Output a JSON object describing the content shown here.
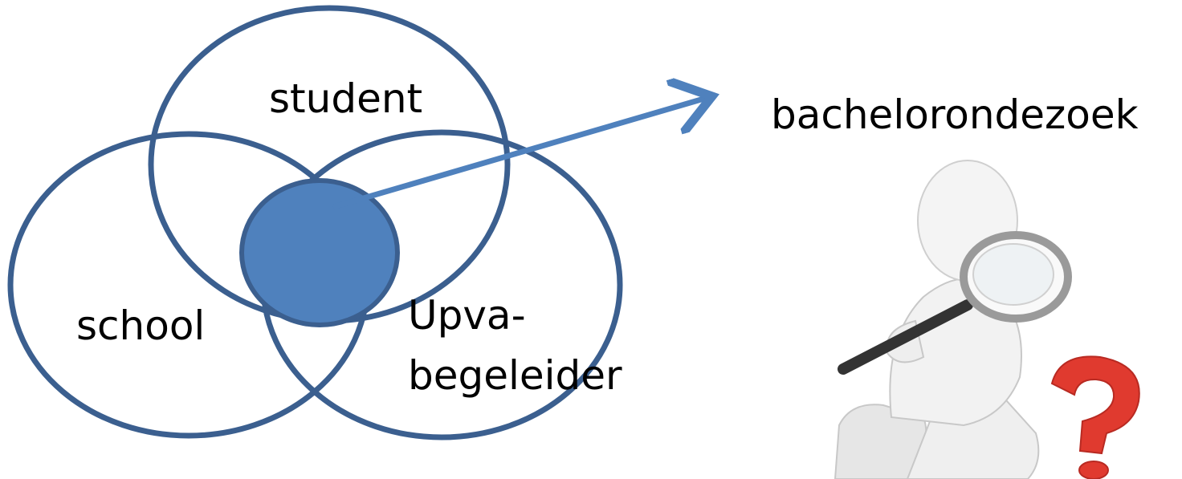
{
  "colors": {
    "circle_stroke": "#3b5f8f",
    "center_fill": "#4f81bd",
    "arrow": "#4f81bd",
    "text": "#000000"
  },
  "labels": {
    "student": "student",
    "school": "school",
    "upva_line1": "Upva-",
    "upva_line2": "begeleider",
    "outcome": "bachelorondezoek"
  },
  "illustration": {
    "icon": "person-with-magnifying-glass-and-question-mark"
  }
}
